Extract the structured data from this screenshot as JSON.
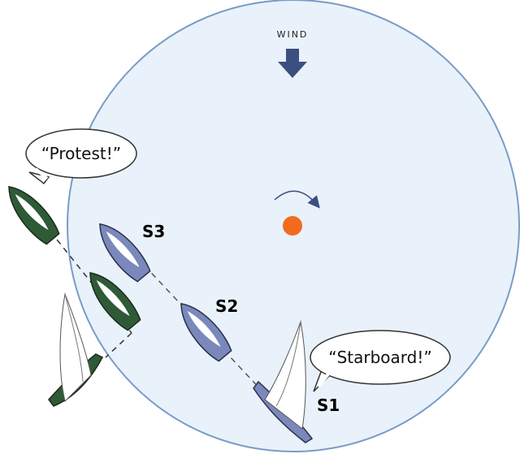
{
  "diagram": {
    "wind_label": "WIND",
    "boats": [
      {
        "label": "S3"
      },
      {
        "label": "S2"
      },
      {
        "label": "S1"
      }
    ],
    "quotes": {
      "protest": "“Protest!”",
      "starboard": "“Starboard!”"
    },
    "colors": {
      "zone": "#e9f1fa",
      "zone_stroke": "#7a9cc6",
      "starboard_boat": "#7b88bb",
      "port_boat": "#2f5a36",
      "mark": "#f26b1d",
      "arrow": "#3b4f80"
    }
  }
}
